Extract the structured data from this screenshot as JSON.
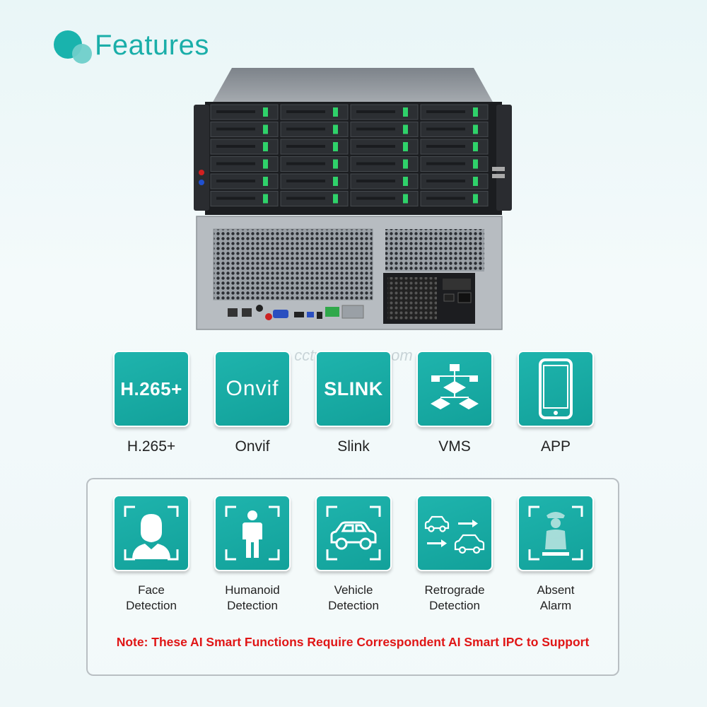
{
  "header": {
    "title": "Features"
  },
  "watermark": "cctv-camera.com",
  "features": [
    {
      "tile_text": "H.265+",
      "label": "H.265+"
    },
    {
      "tile_text": "Onvif",
      "label": "Onvif"
    },
    {
      "tile_text": "SLINK",
      "label": "Slink"
    },
    {
      "tile_text": "",
      "label": "VMS"
    },
    {
      "tile_text": "",
      "label": "APP"
    }
  ],
  "ai_features": [
    {
      "line1": "Face",
      "line2": "Detection"
    },
    {
      "line1": "Humanoid",
      "line2": "Detection"
    },
    {
      "line1": "Vehicle",
      "line2": "Detection"
    },
    {
      "line1": "Retrograde",
      "line2": "Detection"
    },
    {
      "line1": "Absent",
      "line2": "Alarm"
    }
  ],
  "note": "Note: These AI Smart Functions Require Correspondent AI Smart IPC to Support",
  "colors": {
    "accent": "#1aaea9",
    "tile": "#17aaa3",
    "note": "#e01616"
  }
}
